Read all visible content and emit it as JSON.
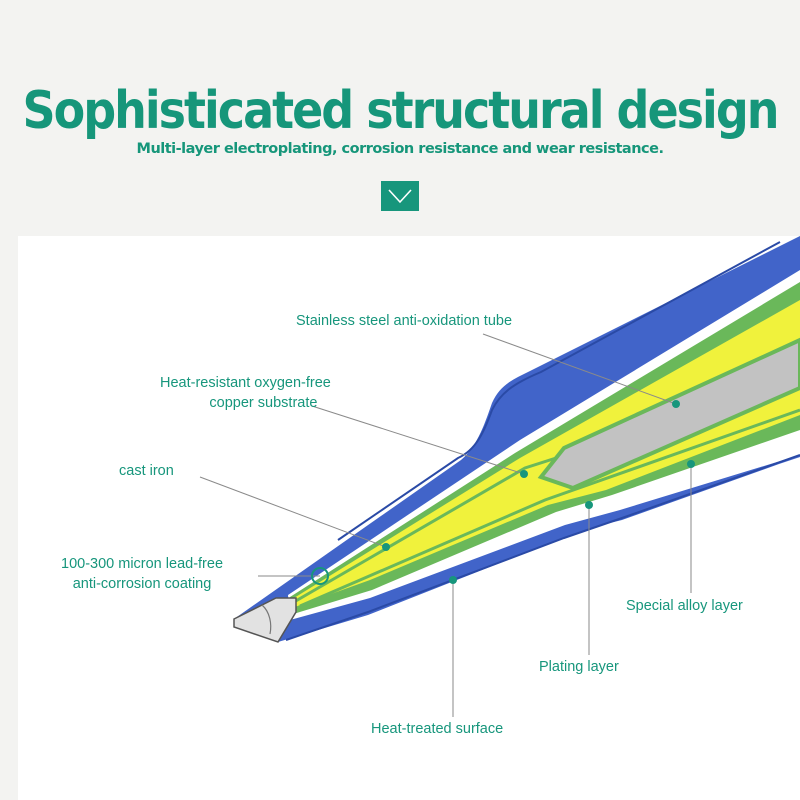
{
  "header": {
    "title": "Sophisticated structural design",
    "subtitle": "Multi-layer electroplating, corrosion resistance and wear resistance."
  },
  "icons": {
    "badge": "chevron-down-icon"
  },
  "colors": {
    "accent": "#17967c",
    "blue_layer": "#4164c9",
    "green_layer": "#6ab85a",
    "yellow_layer": "#f0f23c",
    "gray_core": "#c2c2c2"
  },
  "labels": {
    "stainless_tube": "Stainless steel anti-oxidation tube",
    "copper_substrate_line1": "Heat-resistant oxygen-free",
    "copper_substrate_line2": "copper substrate",
    "cast_iron": "cast iron",
    "coating_line1": "100-300 micron lead-free",
    "coating_line2": "anti-corrosion coating",
    "special_alloy": "Special alloy layer",
    "plating_layer": "Plating layer",
    "heat_treated": "Heat-treated surface"
  }
}
